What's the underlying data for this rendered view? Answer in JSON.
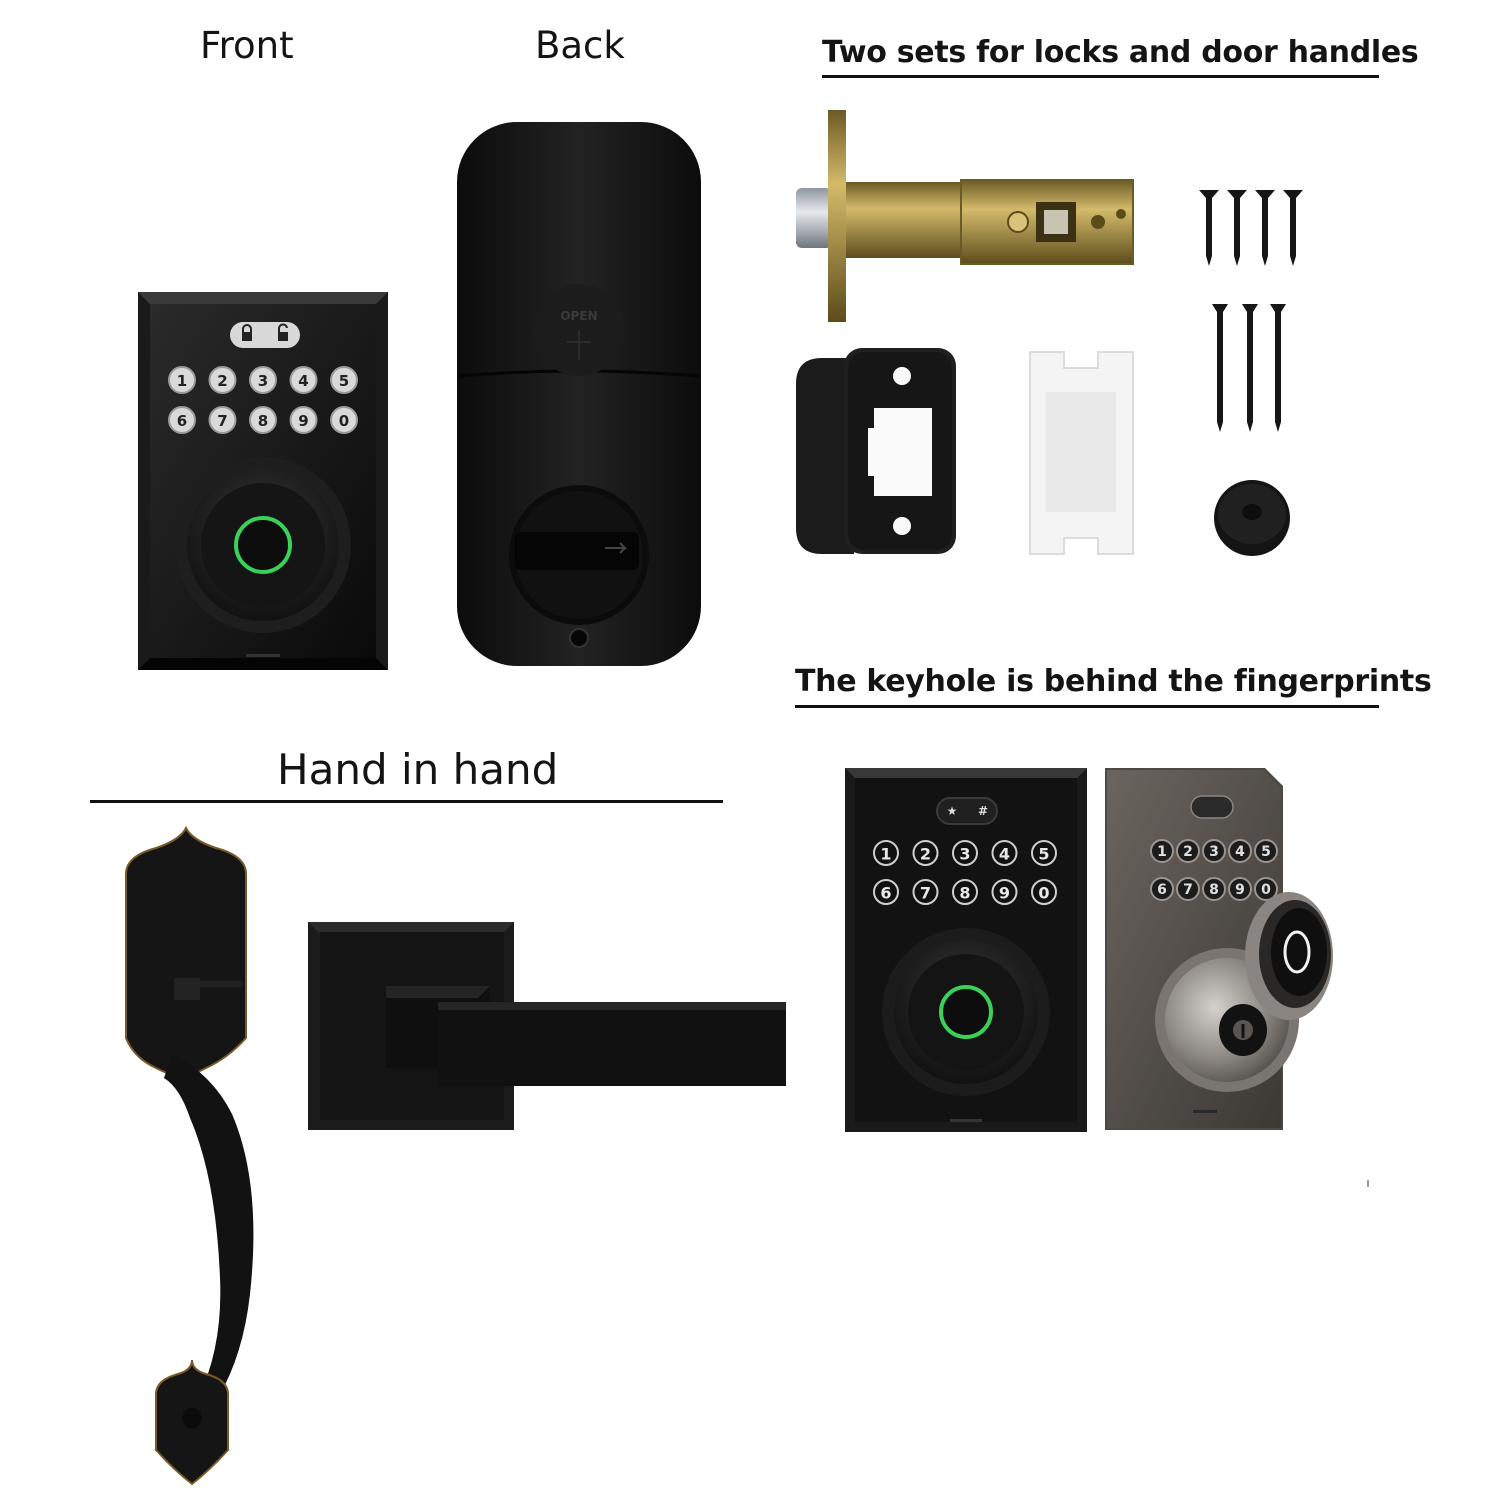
{
  "labels": {
    "front": "Front",
    "back": "Back",
    "two_sets": "Two sets for locks and door handles",
    "keyhole": "The keyhole is behind the fingerprints",
    "hand_in_hand": "Hand in hand",
    "back_open": "OPEN"
  },
  "keypad": {
    "row1": [
      "1",
      "2",
      "3",
      "4",
      "5"
    ],
    "row2": [
      "6",
      "7",
      "8",
      "9",
      "0"
    ],
    "star": "★",
    "hash": "#"
  },
  "colors": {
    "lock_black": "#141414",
    "fingerprint_ring": "#3ad15a",
    "brass": "#b79a45",
    "nickel": "#5a5550",
    "strike_insert": "#f2f2f2"
  },
  "icons": {
    "front_keypad_top": [
      "lock-closed-icon",
      "lock-open-icon"
    ],
    "keyhole_keypad_top": [
      "star-icon",
      "hash-icon"
    ]
  }
}
